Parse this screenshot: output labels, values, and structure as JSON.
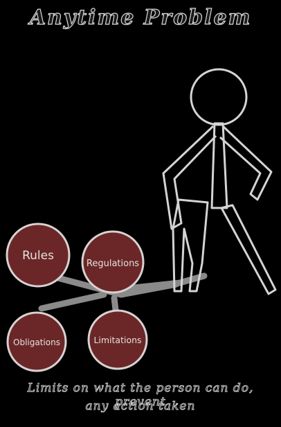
{
  "title": "Anytime Problem",
  "caption": {
    "line1": "Limits on what the person can do, prevent",
    "line2": "any action taken"
  },
  "nodes": [
    {
      "id": "rules",
      "label": "Rules"
    },
    {
      "id": "regulations",
      "label": "Regulations"
    },
    {
      "id": "obligations",
      "label": "Obligations"
    },
    {
      "id": "limitations",
      "label": "Limitations"
    }
  ],
  "colors": {
    "background": "#000000",
    "node_fill": "#6b2727",
    "node_stroke": "#d8d2d2",
    "figure_stroke": "#d4d4d4",
    "chain": "#8a8a8a"
  }
}
